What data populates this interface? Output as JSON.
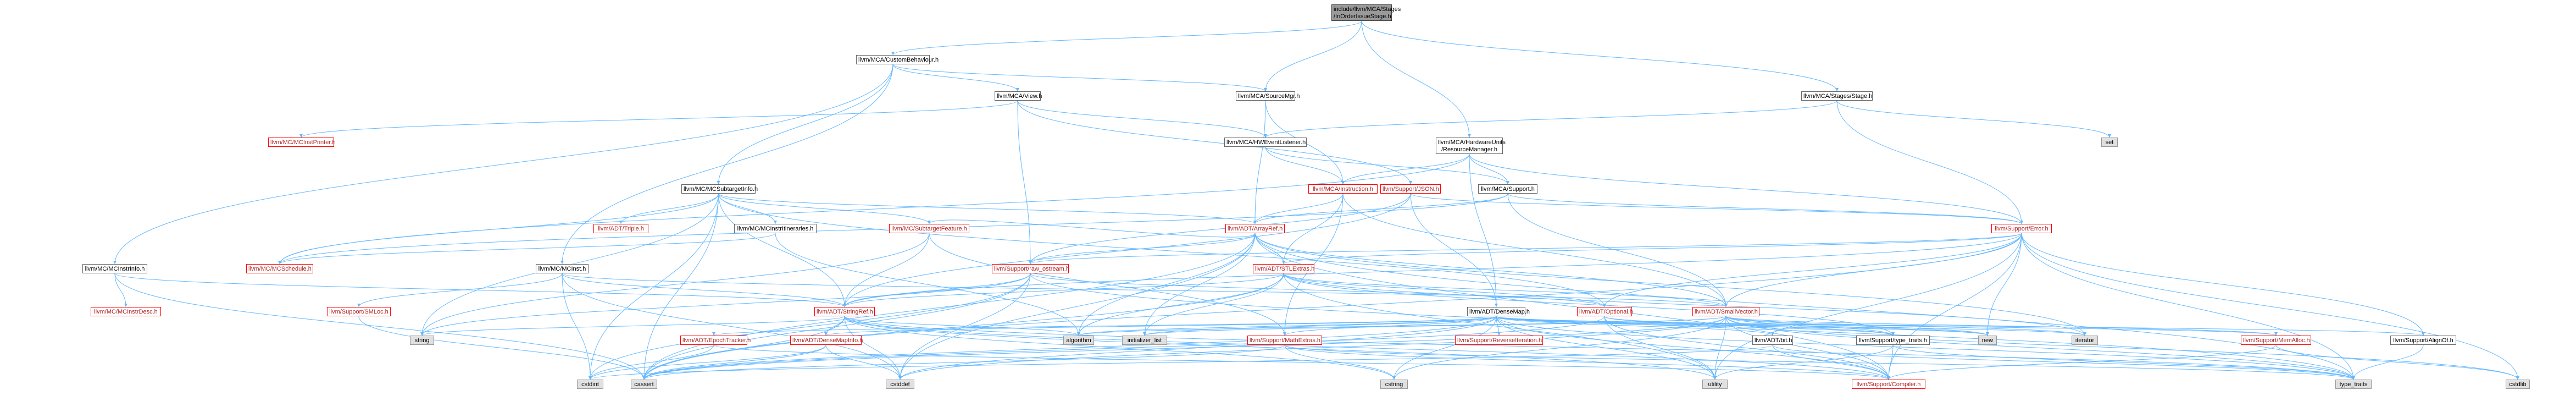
{
  "nodes": [
    {
      "id": "root",
      "lines": [
        "include/llvm/MCA/Stages",
        "/InOrderIssueStage.h"
      ],
      "kind": "root"
    },
    {
      "id": "custombeh",
      "lines": [
        "llvm/MCA/CustomBehaviour.h"
      ],
      "kind": "normal"
    },
    {
      "id": "sourcemgr",
      "lines": [
        "llvm/MCA/SourceMgr.h"
      ],
      "kind": "normal"
    },
    {
      "id": "hwunits",
      "lines": [
        "llvm/MCA/HardwareUnits",
        "/ResourceManager.h"
      ],
      "kind": "normal"
    },
    {
      "id": "stage",
      "lines": [
        "llvm/MCA/Stages/Stage.h"
      ],
      "kind": "normal"
    },
    {
      "id": "view",
      "lines": [
        "llvm/MCA/View.h"
      ],
      "kind": "normal"
    },
    {
      "id": "set",
      "lines": [
        "set"
      ],
      "kind": "gray"
    },
    {
      "id": "mcinstprinter",
      "lines": [
        "llvm/MC/MCInstPrinter.h"
      ],
      "kind": "red"
    },
    {
      "id": "hweventlistener",
      "lines": [
        "llvm/MCA/HWEventListener.h"
      ],
      "kind": "normal"
    },
    {
      "id": "subtargetinfo",
      "lines": [
        "llvm/MC/MCSubtargetInfo.h"
      ],
      "kind": "normal"
    },
    {
      "id": "instruction",
      "lines": [
        "llvm/MCA/Instruction.h"
      ],
      "kind": "red"
    },
    {
      "id": "json",
      "lines": [
        "llvm/Support/JSON.h"
      ],
      "kind": "red"
    },
    {
      "id": "support",
      "lines": [
        "llvm/MCA/Support.h"
      ],
      "kind": "normal"
    },
    {
      "id": "triple",
      "lines": [
        "llvm/ADT/Triple.h"
      ],
      "kind": "red"
    },
    {
      "id": "mcinstrinfo",
      "lines": [
        "llvm/MC/MCInstrInfo.h"
      ],
      "kind": "normal"
    },
    {
      "id": "mcinstritin",
      "lines": [
        "llvm/MC/MCInstrItineraries.h"
      ],
      "kind": "normal"
    },
    {
      "id": "subtargetfeature",
      "lines": [
        "llvm/MC/SubtargetFeature.h"
      ],
      "kind": "red"
    },
    {
      "id": "arrayref",
      "lines": [
        "llvm/ADT/ArrayRef.h"
      ],
      "kind": "red"
    },
    {
      "id": "error",
      "lines": [
        "llvm/Support/Error.h"
      ],
      "kind": "red"
    },
    {
      "id": "mcschedule",
      "lines": [
        "llvm/MC/MCSchedule.h"
      ],
      "kind": "red"
    },
    {
      "id": "mcinst",
      "lines": [
        "llvm/MC/MCInst.h"
      ],
      "kind": "normal"
    },
    {
      "id": "rawostream",
      "lines": [
        "llvm/Support/raw_ostream.h"
      ],
      "kind": "red"
    },
    {
      "id": "stlextras",
      "lines": [
        "llvm/ADT/STLExtras.h"
      ],
      "kind": "red"
    },
    {
      "id": "mcinstrdesc",
      "lines": [
        "llvm/MC/MCInstrDesc.h"
      ],
      "kind": "red"
    },
    {
      "id": "smloc",
      "lines": [
        "llvm/Support/SMLoc.h"
      ],
      "kind": "red"
    },
    {
      "id": "stringref",
      "lines": [
        "llvm/ADT/StringRef.h"
      ],
      "kind": "red"
    },
    {
      "id": "densemap",
      "lines": [
        "llvm/ADT/DenseMap.h"
      ],
      "kind": "normal"
    },
    {
      "id": "optional",
      "lines": [
        "llvm/ADT/Optional.h"
      ],
      "kind": "red"
    },
    {
      "id": "smallvector",
      "lines": [
        "llvm/ADT/SmallVector.h"
      ],
      "kind": "red"
    },
    {
      "id": "string",
      "lines": [
        "string"
      ],
      "kind": "gray"
    },
    {
      "id": "epochtracker",
      "lines": [
        "llvm/ADT/EpochTracker.h"
      ],
      "kind": "red"
    },
    {
      "id": "densemapinfo",
      "lines": [
        "llvm/ADT/DenseMapInfo.h"
      ],
      "kind": "red"
    },
    {
      "id": "algorithm",
      "lines": [
        "algorithm"
      ],
      "kind": "gray"
    },
    {
      "id": "initlist",
      "lines": [
        "initializer_list"
      ],
      "kind": "gray"
    },
    {
      "id": "mathextras",
      "lines": [
        "llvm/Support/MathExtras.h"
      ],
      "kind": "red"
    },
    {
      "id": "reverseiter",
      "lines": [
        "llvm/Support/ReverseIteration.h"
      ],
      "kind": "red"
    },
    {
      "id": "bit",
      "lines": [
        "llvm/ADT/bit.h"
      ],
      "kind": "normal"
    },
    {
      "id": "typetraits",
      "lines": [
        "llvm/Support/type_traits.h"
      ],
      "kind": "normal"
    },
    {
      "id": "new",
      "lines": [
        "new"
      ],
      "kind": "gray"
    },
    {
      "id": "iterator",
      "lines": [
        "iterator"
      ],
      "kind": "gray"
    },
    {
      "id": "memalloc",
      "lines": [
        "llvm/Support/MemAlloc.h"
      ],
      "kind": "red"
    },
    {
      "id": "alignof",
      "lines": [
        "llvm/Support/AlignOf.h"
      ],
      "kind": "normal"
    },
    {
      "id": "cstdint",
      "lines": [
        "cstdint"
      ],
      "kind": "gray"
    },
    {
      "id": "cassert",
      "lines": [
        "cassert"
      ],
      "kind": "gray"
    },
    {
      "id": "cstddef",
      "lines": [
        "cstddef"
      ],
      "kind": "gray"
    },
    {
      "id": "cstring",
      "lines": [
        "cstring"
      ],
      "kind": "gray"
    },
    {
      "id": "utility",
      "lines": [
        "utility"
      ],
      "kind": "gray"
    },
    {
      "id": "compiler",
      "lines": [
        "llvm/Support/Compiler.h"
      ],
      "kind": "red"
    },
    {
      "id": "typetraitsstd",
      "lines": [
        "type_traits"
      ],
      "kind": "gray"
    },
    {
      "id": "cstdlib",
      "lines": [
        "cstdlib"
      ],
      "kind": "gray"
    }
  ],
  "edges": [
    [
      "root",
      "custombeh"
    ],
    [
      "root",
      "sourcemgr"
    ],
    [
      "root",
      "hwunits"
    ],
    [
      "root",
      "stage"
    ],
    [
      "custombeh",
      "view"
    ],
    [
      "custombeh",
      "sourcemgr"
    ],
    [
      "custombeh",
      "subtargetinfo"
    ],
    [
      "custombeh",
      "mcinst"
    ],
    [
      "custombeh",
      "mcinstrinfo"
    ],
    [
      "view",
      "mcinstprinter"
    ],
    [
      "view",
      "hweventlistener"
    ],
    [
      "view",
      "json"
    ],
    [
      "view",
      "rawostream"
    ],
    [
      "sourcemgr",
      "arrayref"
    ],
    [
      "sourcemgr",
      "instruction"
    ],
    [
      "hwunits",
      "instruction"
    ],
    [
      "hwunits",
      "support"
    ],
    [
      "hwunits",
      "mcschedule"
    ],
    [
      "hwunits",
      "densemap"
    ],
    [
      "hwunits",
      "error"
    ],
    [
      "stage",
      "set"
    ],
    [
      "stage",
      "hweventlistener"
    ],
    [
      "stage",
      "error"
    ],
    [
      "hweventlistener",
      "instruction"
    ],
    [
      "hweventlistener",
      "support"
    ],
    [
      "instruction",
      "arrayref"
    ],
    [
      "instruction",
      "stlextras"
    ],
    [
      "instruction",
      "smallvector"
    ],
    [
      "instruction",
      "mathextras"
    ],
    [
      "json",
      "densemap"
    ],
    [
      "json",
      "stringref"
    ],
    [
      "json",
      "error"
    ],
    [
      "json",
      "rawostream"
    ],
    [
      "support",
      "arrayref"
    ],
    [
      "support",
      "smallvector"
    ],
    [
      "support",
      "mcschedule"
    ],
    [
      "support",
      "error"
    ],
    [
      "subtargetinfo",
      "triple"
    ],
    [
      "subtargetinfo",
      "mcinstritin"
    ],
    [
      "subtargetinfo",
      "subtargetfeature"
    ],
    [
      "subtargetinfo",
      "arrayref"
    ],
    [
      "subtargetinfo",
      "stringref"
    ],
    [
      "subtargetinfo",
      "mcschedule"
    ],
    [
      "subtargetinfo",
      "string"
    ],
    [
      "subtargetinfo",
      "cassert"
    ],
    [
      "subtargetinfo",
      "cstdint"
    ],
    [
      "subtargetinfo",
      "optional"
    ],
    [
      "mcinstritin",
      "mcschedule"
    ],
    [
      "mcinstritin",
      "algorithm"
    ],
    [
      "subtargetfeature",
      "arrayref"
    ],
    [
      "subtargetfeature",
      "stringref"
    ],
    [
      "subtargetfeature",
      "mathextras"
    ],
    [
      "subtargetfeature",
      "string"
    ],
    [
      "arrayref",
      "stlextras"
    ],
    [
      "arrayref",
      "smallvector"
    ],
    [
      "arrayref",
      "compiler"
    ],
    [
      "arrayref",
      "algorithm"
    ],
    [
      "arrayref",
      "cassert"
    ],
    [
      "arrayref",
      "cstddef"
    ],
    [
      "arrayref",
      "initlist"
    ],
    [
      "arrayref",
      "iterator"
    ],
    [
      "arrayref",
      "typetraitsstd"
    ],
    [
      "error",
      "stlextras"
    ],
    [
      "error",
      "smallvector"
    ],
    [
      "error",
      "stringref"
    ],
    [
      "error",
      "rawostream"
    ],
    [
      "error",
      "compiler"
    ],
    [
      "error",
      "alignof"
    ],
    [
      "error",
      "new"
    ],
    [
      "error",
      "cstdlib"
    ],
    [
      "error",
      "cassert"
    ],
    [
      "error",
      "typetraitsstd"
    ],
    [
      "error",
      "utility"
    ],
    [
      "error",
      "optional"
    ],
    [
      "mcinstrinfo",
      "mcinstrdesc"
    ],
    [
      "mcinstrinfo",
      "stringref"
    ],
    [
      "mcinstrinfo",
      "cassert"
    ],
    [
      "mcinst",
      "smallvector"
    ],
    [
      "mcinst",
      "stringref"
    ],
    [
      "mcinst",
      "smloc"
    ],
    [
      "mcinst",
      "cstddef"
    ],
    [
      "mcinst",
      "cstdint"
    ],
    [
      "rawostream",
      "arrayref"
    ],
    [
      "rawostream",
      "stringref"
    ],
    [
      "rawostream",
      "optional"
    ],
    [
      "rawostream",
      "cassert"
    ],
    [
      "rawostream",
      "cstddef"
    ],
    [
      "rawostream",
      "cstdint"
    ],
    [
      "rawostream",
      "string"
    ],
    [
      "rawostream",
      "typetraitsstd"
    ],
    [
      "stlextras",
      "optional"
    ],
    [
      "stlextras",
      "smallvector"
    ],
    [
      "stlextras",
      "typetraits"
    ],
    [
      "stlextras",
      "algorithm"
    ],
    [
      "stlextras",
      "cassert"
    ],
    [
      "stlextras",
      "utility"
    ],
    [
      "stlextras",
      "iterator"
    ],
    [
      "stlextras",
      "initlist"
    ],
    [
      "smloc",
      "cassert"
    ],
    [
      "stringref",
      "densemapinfo"
    ],
    [
      "stringref",
      "stlextras"
    ],
    [
      "stringref",
      "compiler"
    ],
    [
      "stringref",
      "algorithm"
    ],
    [
      "stringref",
      "cassert"
    ],
    [
      "stringref",
      "cstddef"
    ],
    [
      "stringref",
      "cstring"
    ],
    [
      "stringref",
      "string"
    ],
    [
      "stringref",
      "utility"
    ],
    [
      "stringref",
      "typetraitsstd"
    ],
    [
      "densemap",
      "densemapinfo"
    ],
    [
      "densemap",
      "epochtracker"
    ],
    [
      "densemap",
      "alignof"
    ],
    [
      "densemap",
      "compiler"
    ],
    [
      "densemap",
      "mathextras"
    ],
    [
      "densemap",
      "memalloc"
    ],
    [
      "densemap",
      "reverseiter"
    ],
    [
      "densemap",
      "typetraits"
    ],
    [
      "densemap",
      "algorithm"
    ],
    [
      "densemap",
      "cassert"
    ],
    [
      "densemap",
      "cstddef"
    ],
    [
      "densemap",
      "cstring"
    ],
    [
      "densemap",
      "initlist"
    ],
    [
      "densemap",
      "iterator"
    ],
    [
      "densemap",
      "new"
    ],
    [
      "densemap",
      "typetraitsstd"
    ],
    [
      "densemap",
      "utility"
    ],
    [
      "densemap",
      "bit"
    ],
    [
      "optional",
      "compiler"
    ],
    [
      "optional",
      "typetraits"
    ],
    [
      "optional",
      "cassert"
    ],
    [
      "optional",
      "new"
    ],
    [
      "optional",
      "utility"
    ],
    [
      "smallvector",
      "compiler"
    ],
    [
      "smallvector",
      "typetraits"
    ],
    [
      "smallvector",
      "algorithm"
    ],
    [
      "smallvector",
      "cassert"
    ],
    [
      "smallvector",
      "cstddef"
    ],
    [
      "smallvector",
      "cstdlib"
    ],
    [
      "smallvector",
      "cstring"
    ],
    [
      "smallvector",
      "functional"
    ],
    [
      "smallvector",
      "initlist"
    ],
    [
      "smallvector",
      "iterator"
    ],
    [
      "smallvector",
      "memalloc"
    ],
    [
      "smallvector",
      "new"
    ],
    [
      "smallvector",
      "typetraitsstd"
    ],
    [
      "smallvector",
      "utility"
    ],
    [
      "epochtracker",
      "compiler"
    ],
    [
      "epochtracker",
      "cstdint"
    ],
    [
      "densemapinfo",
      "cassert"
    ],
    [
      "densemapinfo",
      "cstddef"
    ],
    [
      "densemapinfo",
      "cstdint"
    ],
    [
      "mathextras",
      "compiler"
    ],
    [
      "mathextras",
      "cassert"
    ],
    [
      "mathextras",
      "cstring"
    ],
    [
      "mathextras",
      "typetraitsstd"
    ],
    [
      "bit",
      "compiler"
    ],
    [
      "bit",
      "cstdint"
    ],
    [
      "bit",
      "typetraitsstd"
    ],
    [
      "typetraits",
      "compiler"
    ],
    [
      "typetraits",
      "typetraitsstd"
    ],
    [
      "typetraits",
      "utility"
    ],
    [
      "memalloc",
      "compiler"
    ],
    [
      "memalloc",
      "cstdlib"
    ],
    [
      "alignof",
      "typetraitsstd"
    ]
  ],
  "colors": {
    "edge": "#63b8ff",
    "arrow": "#63b8ff"
  }
}
